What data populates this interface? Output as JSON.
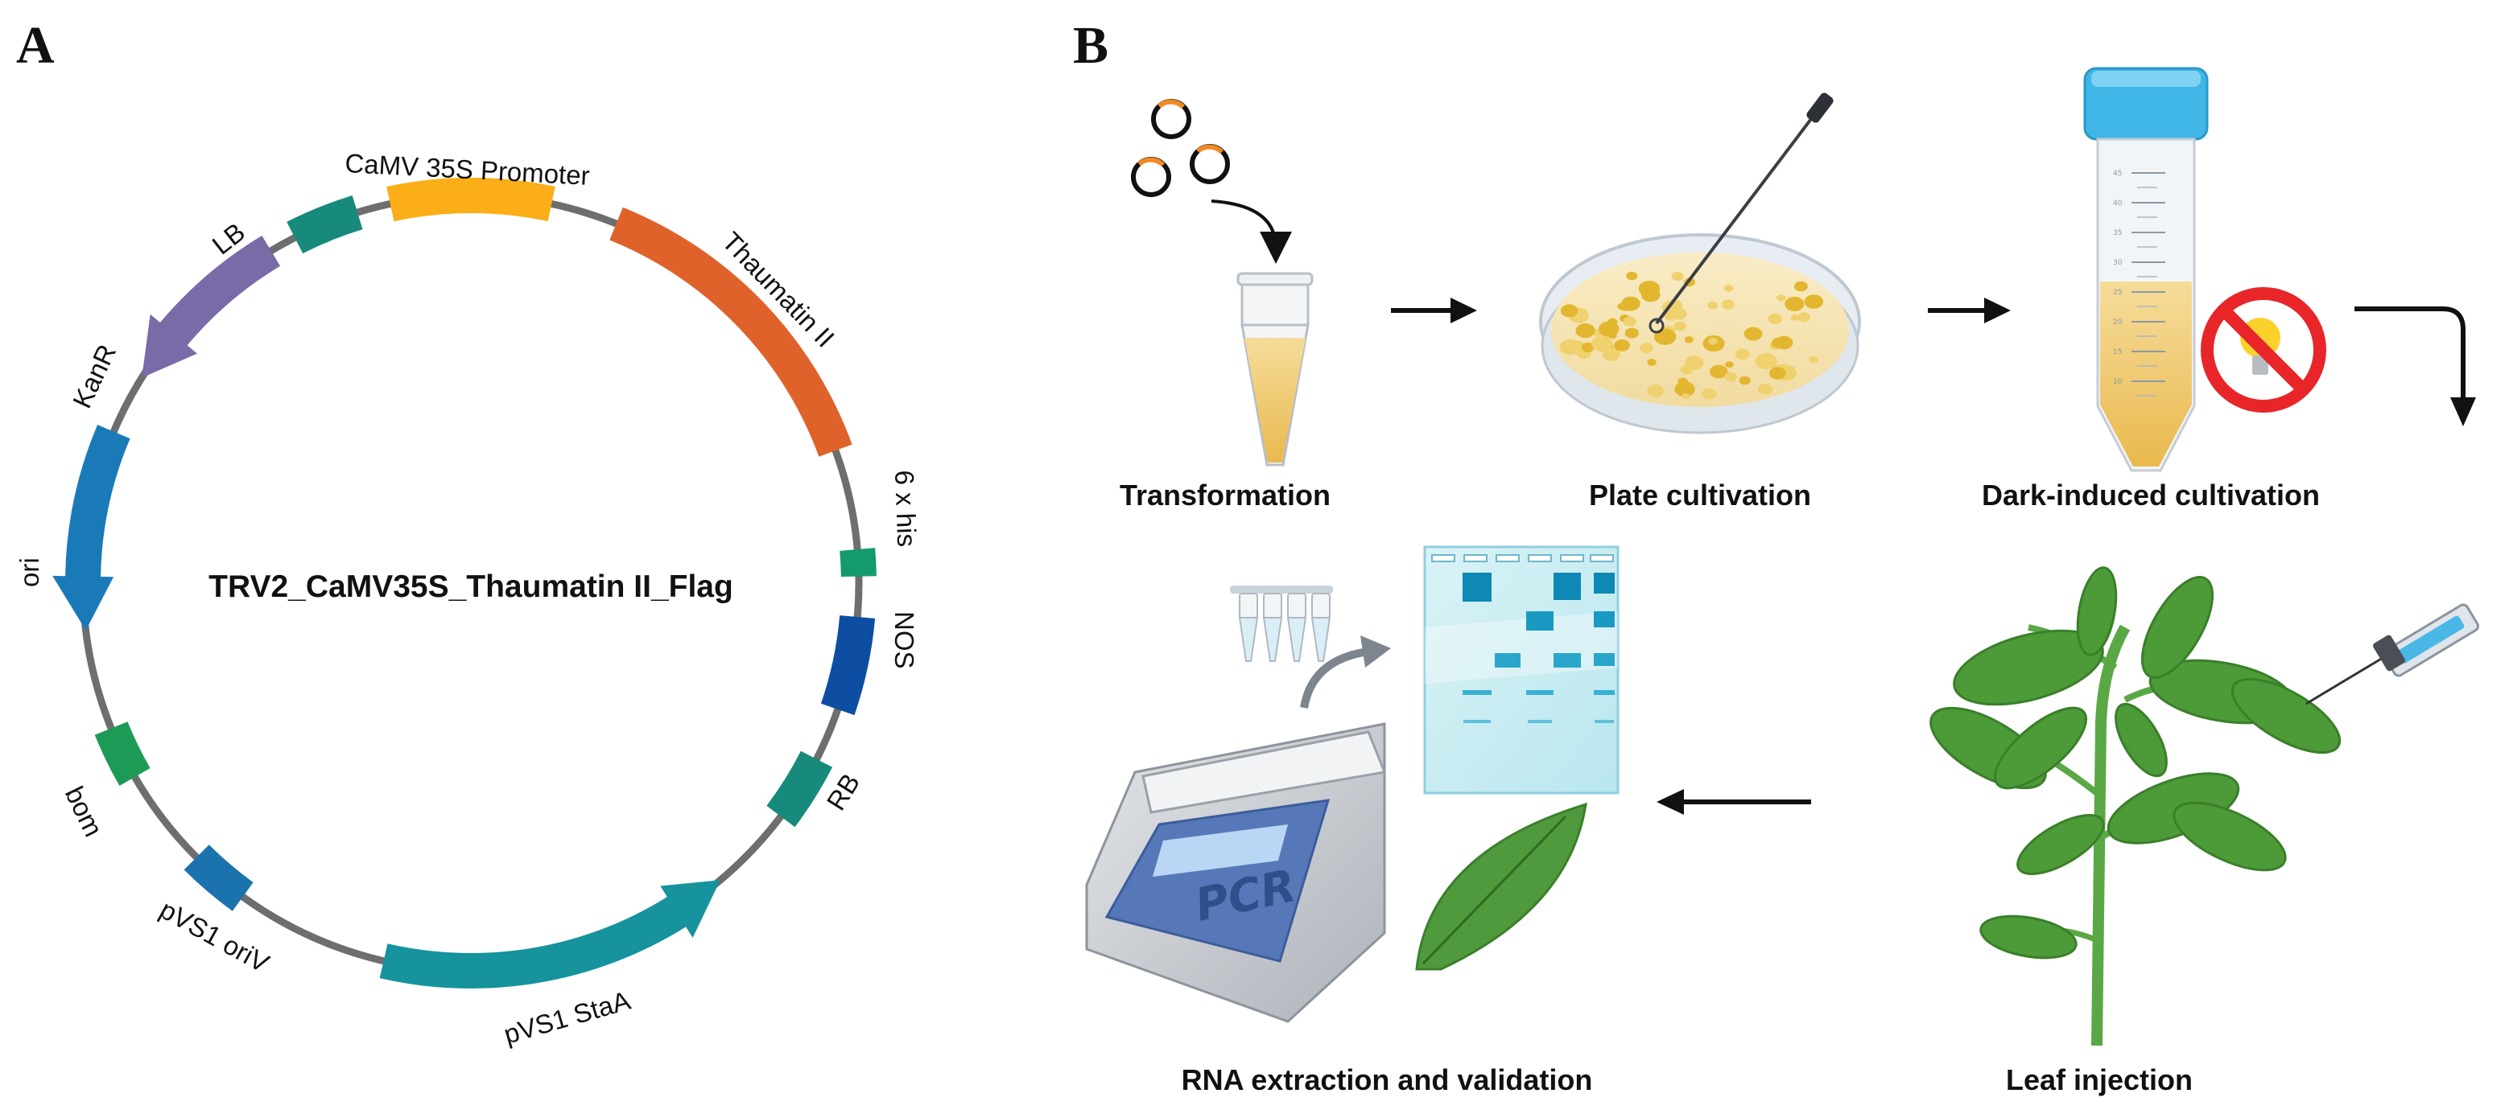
{
  "panel_a": {
    "letter": "A",
    "plasmid_name": "TRV2_CaMV35S_Thaumatin II_Flag",
    "features": {
      "camv35s": "CaMV 35S Promoter",
      "thaumatin": "Thaumatin II",
      "sixhis": "6 x his",
      "nos": "NOS",
      "rb": "RB",
      "stata": "pVS1 StaA",
      "oriv": "pVS1 oriV",
      "bom": "bom",
      "ori": "ori",
      "kanr": "KanR",
      "lb": "LB"
    },
    "colors": {
      "backbone": "#6e6e6e",
      "camv35s": "#fbae17",
      "thaumatin": "#e0622b",
      "sixhis": "#149a6e",
      "nos": "#0d4ea3",
      "rb": "#178a7c",
      "stata": "#16939c",
      "oriv": "#1a73ad",
      "bom": "#1d9a55",
      "ori": "#1a7ab8",
      "kanr": "#7a6aa8",
      "lb": "#178a7c"
    }
  },
  "panel_b": {
    "letter": "B",
    "steps": {
      "transformation": "Transformation",
      "plate": "Plate cultivation",
      "dark": "Dark-induced cultivation",
      "leaf": "Leaf injection",
      "rna": "RNA extraction and validation"
    },
    "pcr_label": "PCR",
    "tube_ticks": [
      "45",
      "40",
      "35",
      "30",
      "25",
      "20",
      "15",
      "10"
    ]
  }
}
